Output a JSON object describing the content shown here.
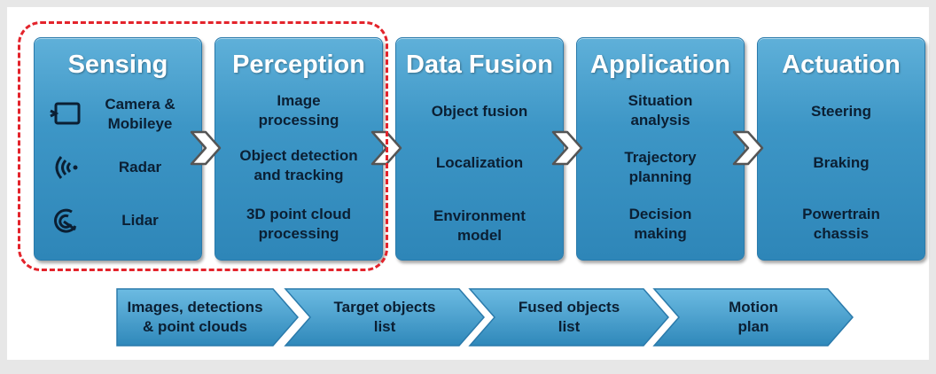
{
  "stages": [
    {
      "title": "Sensing",
      "items": [
        {
          "label": "Camera &\nMobileye",
          "icon": "camera-icon"
        },
        {
          "label": "Radar",
          "icon": "radar-icon"
        },
        {
          "label": "Lidar",
          "icon": "lidar-icon"
        }
      ]
    },
    {
      "title": "Perception",
      "items": [
        "Image\nprocessing",
        "Object detection\nand tracking",
        "3D point cloud\nprocessing"
      ]
    },
    {
      "title": "Data Fusion",
      "items": [
        "Object fusion",
        "Localization",
        "Environment\nmodel"
      ]
    },
    {
      "title": "Application",
      "items": [
        "Situation\nanalysis",
        "Trajectory\nplanning",
        "Decision\nmaking"
      ]
    },
    {
      "title": "Actuation",
      "items": [
        "Steering",
        "Braking",
        "Powertrain\nchassis"
      ]
    }
  ],
  "flow": [
    "Images, detections\n& point clouds",
    "Target objects\nlist",
    "Fused objects\nlist",
    "Motion\nplan"
  ],
  "colors": {
    "box": "#3d96c6",
    "highlight": "#e3232b",
    "text": "#0b1f33",
    "title": "#ffffff"
  }
}
